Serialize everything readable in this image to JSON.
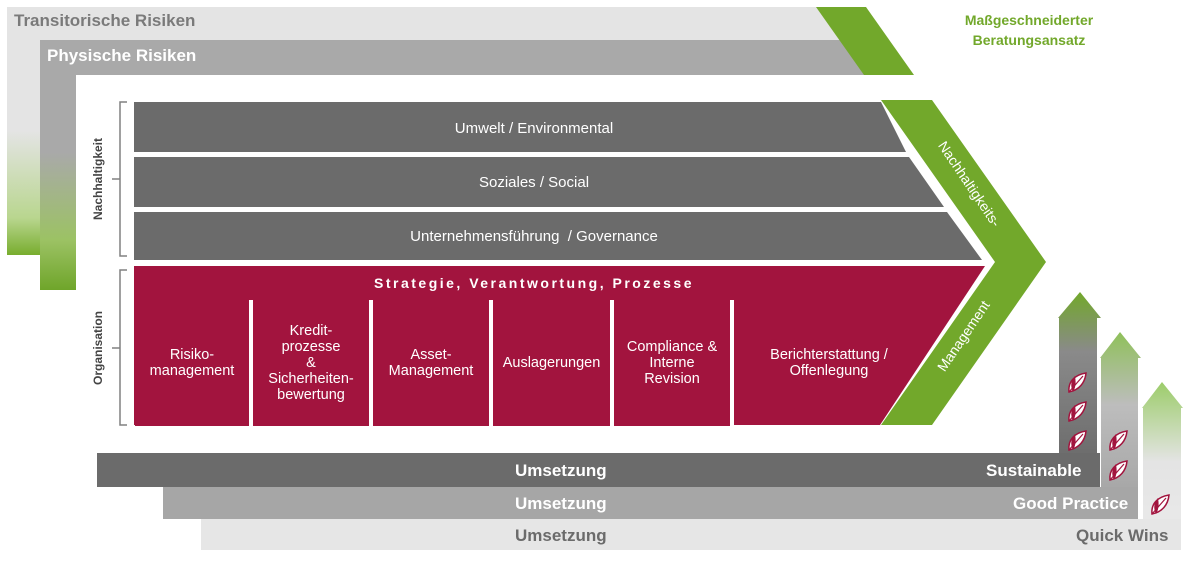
{
  "header": {
    "transitorische": "Transitorische Risiken",
    "physische": "Physische Risiken",
    "approach_line1": "Maßgeschneiderter",
    "approach_line2": "Beratungsansatz"
  },
  "colors": {
    "green": "#72a82b",
    "dark_gray": "#6b6b6b",
    "mid_gray": "#a6a6a6",
    "light_gray": "#e2e2e2",
    "crimson": "#a2143e"
  },
  "nachhaltigkeit": {
    "side_label": "Nachhaltigkeit",
    "rows": [
      "Umwelt / Environmental",
      "Soziales / Social",
      "Unternehmensführung  / Governance"
    ]
  },
  "organisation": {
    "side_label": "Organisation",
    "heading": "Strategie, Verantwortung, Prozesse",
    "pillars": [
      "Risiko-\nmanagement",
      "Kredit-\nprozesse\n&\nSicherheiten-\nbewertung",
      "Asset-\nManagement",
      "Auslagerungen",
      "Compliance &\nInterne\nRevision",
      "Berichterstattung /\nOffenlegung"
    ]
  },
  "chevron": {
    "top_label": "Nachhaltigkeits-",
    "bottom_label": "Management"
  },
  "levels": [
    {
      "bar_label": "Umsetzung",
      "level_label": "Sustainable"
    },
    {
      "bar_label": "Umsetzung",
      "level_label": "Good Practice"
    },
    {
      "bar_label": "Umsetzung",
      "level_label": "Quick Wins"
    }
  ],
  "icons": {
    "leaf": "leaf-icon"
  }
}
